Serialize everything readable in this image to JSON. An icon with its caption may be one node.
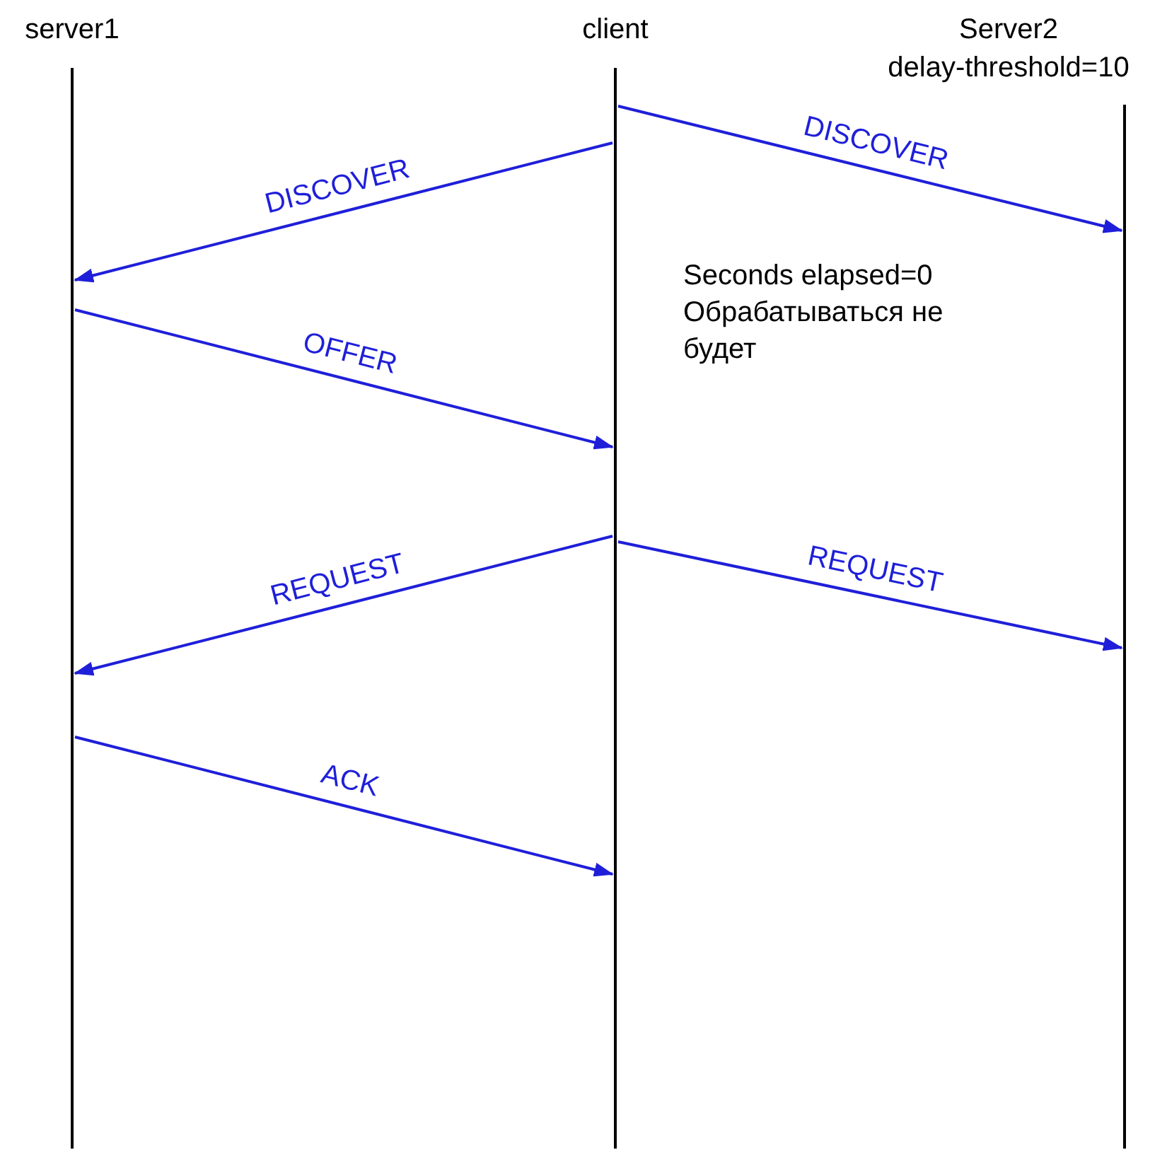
{
  "diagram": {
    "nodes": [
      {
        "text": [
          "server1"
        ]
      },
      {
        "text": [
          "client"
        ]
      },
      {
        "text": [
          "Server2",
          "delay-threshold=10"
        ]
      }
    ],
    "edges": [
      {
        "from": 1,
        "to": 2,
        "arrow": "to",
        "label": "DISCOVER"
      },
      {
        "from": 1,
        "to": 0,
        "arrow": "to",
        "label": "DISCOVER"
      },
      {
        "from": 0,
        "to": 1,
        "arrow": "to",
        "label": "OFFER"
      },
      {
        "from": 1,
        "to": 0,
        "arrow": "to",
        "label": "REQUEST"
      },
      {
        "from": 1,
        "to": 2,
        "arrow": "to",
        "label": "REQUEST"
      },
      {
        "from": 0,
        "to": 1,
        "arrow": "to",
        "label": "ACK"
      }
    ],
    "labels": [
      "Seconds elapsed=0 Обрабатываться не будет"
    ]
  }
}
